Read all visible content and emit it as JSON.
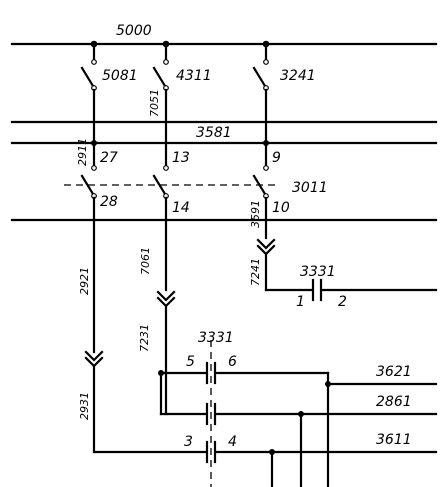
{
  "labels": {
    "bus_top": "5000",
    "sw1": "5081",
    "sw2": "4311",
    "sw3": "3241",
    "bus_mid": "3581",
    "w7051": "7051",
    "w2911": "2911",
    "t27": "27",
    "t13": "13",
    "t9": "9",
    "sw_link": "3011",
    "t28": "28",
    "t14": "14",
    "t10": "10",
    "w3591": "3591",
    "w2921": "2921",
    "w7061": "7061",
    "w7241": "7241",
    "relay": "3331",
    "c1": "1",
    "c2": "2",
    "w7231": "7231",
    "c5": "5",
    "c6": "6",
    "w2931": "2931",
    "c3": "3",
    "c4": "4",
    "o3621": "3621",
    "o2861": "2861",
    "o3611": "3611"
  }
}
